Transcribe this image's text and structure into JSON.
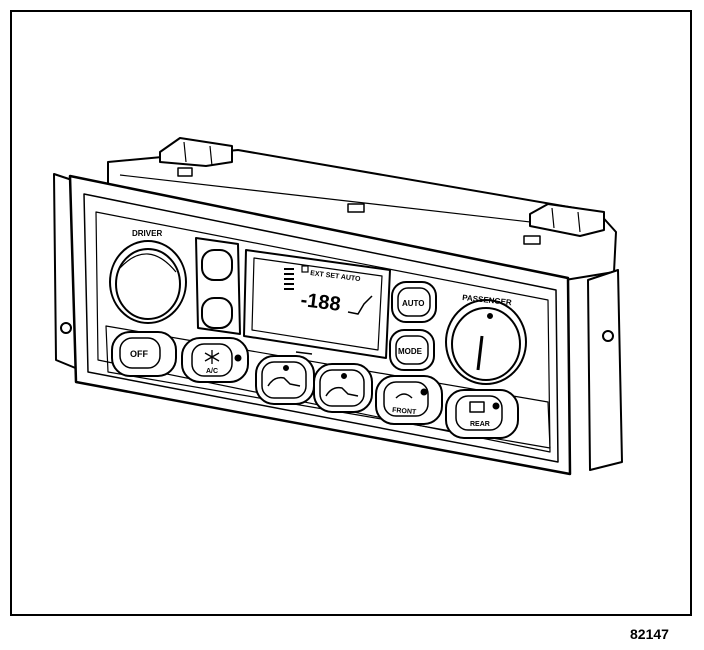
{
  "figure": {
    "number": "82147"
  },
  "panel": {
    "driver_label": "DRIVER",
    "passenger_label": "PASSENGER",
    "display": {
      "indicators": "EXT SET AUTO",
      "temperature": "-188"
    },
    "buttons": {
      "auto": "AUTO",
      "mode": "MODE",
      "off": "OFF",
      "ac": "A/C",
      "front": "FRONT",
      "rear": "REAR"
    }
  }
}
